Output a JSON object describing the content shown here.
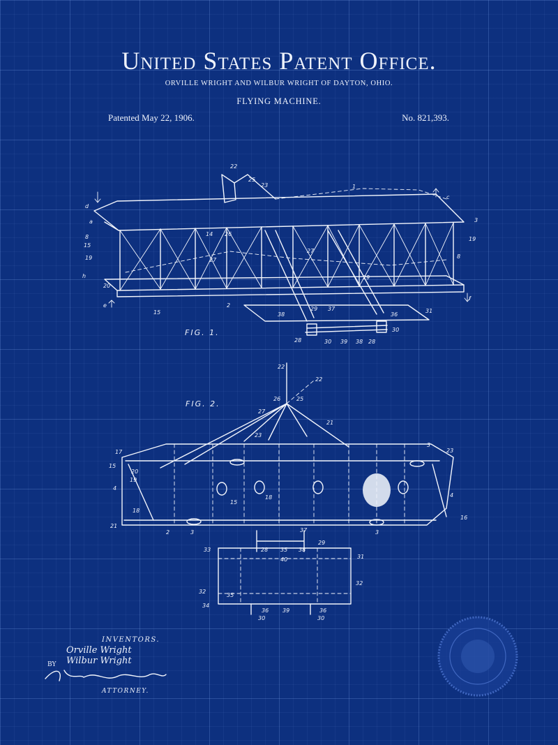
{
  "header": {
    "title": "United States Patent Office.",
    "inventors_line": "ORVILLE WRIGHT AND WILBUR WRIGHT OF DAYTON, OHIO.",
    "subject": "FLYING MACHINE.",
    "patented": "Patented May 22, 1906.",
    "patent_number": "No. 821,393."
  },
  "figures": {
    "fig1_label": "FIG. 1.",
    "fig2_label": "FIG. 2."
  },
  "signatures": {
    "inventors_heading": "INVENTORS.",
    "inventor_1": "Orville Wright",
    "inventor_2": "Wilbur Wright",
    "by": "BY",
    "attorney_signature": "H. A. Toulmin",
    "attorney_heading": "ATTORNEY."
  },
  "colors": {
    "background": "#0d307f",
    "ink": "#f2f5fc"
  }
}
